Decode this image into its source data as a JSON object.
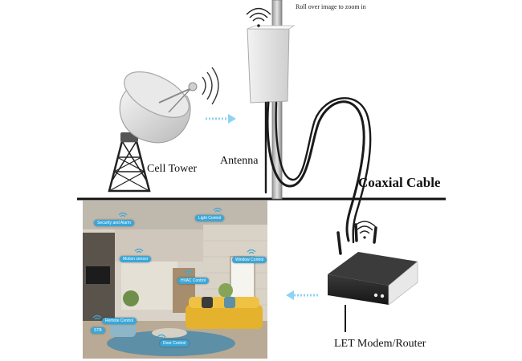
{
  "hint": "Roll over image to zoom in",
  "labels": {
    "cell_tower": "Cell Tower",
    "antenna": "Antenna",
    "coaxial_cable": "Coaxial Cable",
    "router": "LET Modem/Router"
  },
  "room_tags": {
    "security": "Security and Alarm",
    "light": "Light Control",
    "motion": "Motion sensor",
    "window": "Window Control",
    "hvac": "HVAC Control",
    "remote": "Remote Control",
    "stb": "STB",
    "door": "Door Control"
  },
  "colors": {
    "signal_arrow": "#8fd3f4",
    "tag_bg": "#3aa7d8",
    "cable": "#1a1a1a",
    "router_body": "#2a2a2a"
  }
}
